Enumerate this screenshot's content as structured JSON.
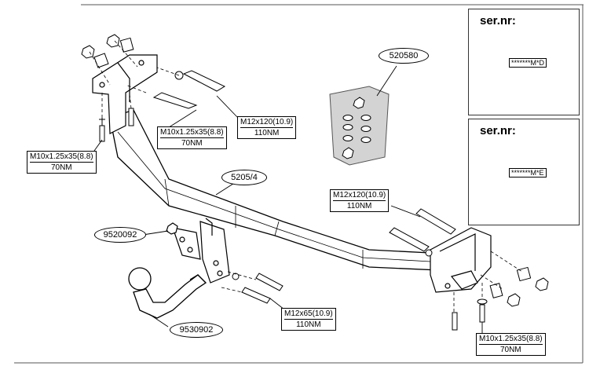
{
  "part_labels": {
    "main_bar": "5205/4",
    "bracket_kit": "520580",
    "side_bracket": "9520092",
    "ball_neck": "9530902"
  },
  "bolt_labels": [
    {
      "id": "top-left",
      "spec": "M10x1.25x35(8.8)",
      "torque": "70NM"
    },
    {
      "id": "upper-mid",
      "spec": "M10x1.25x35(8.8)",
      "torque": "70NM"
    },
    {
      "id": "top-center",
      "spec": "M12x120(10.9)",
      "torque": "110NM"
    },
    {
      "id": "right-upper",
      "spec": "M12x120(10.9)",
      "torque": "110NM"
    },
    {
      "id": "bottom-center",
      "spec": "M12x65(10.9)",
      "torque": "110NM"
    },
    {
      "id": "bottom-right",
      "spec": "M10x1.25x35(8.8)",
      "torque": "70NM"
    }
  ],
  "serial_panels": [
    {
      "title": "ser.nr:",
      "code": "*******M*D",
      "warning_icon": "warning-triangle-icon"
    },
    {
      "title": "ser.nr:",
      "code": "*******M*E",
      "warning_icon": "warning-triangle-icon"
    }
  ]
}
